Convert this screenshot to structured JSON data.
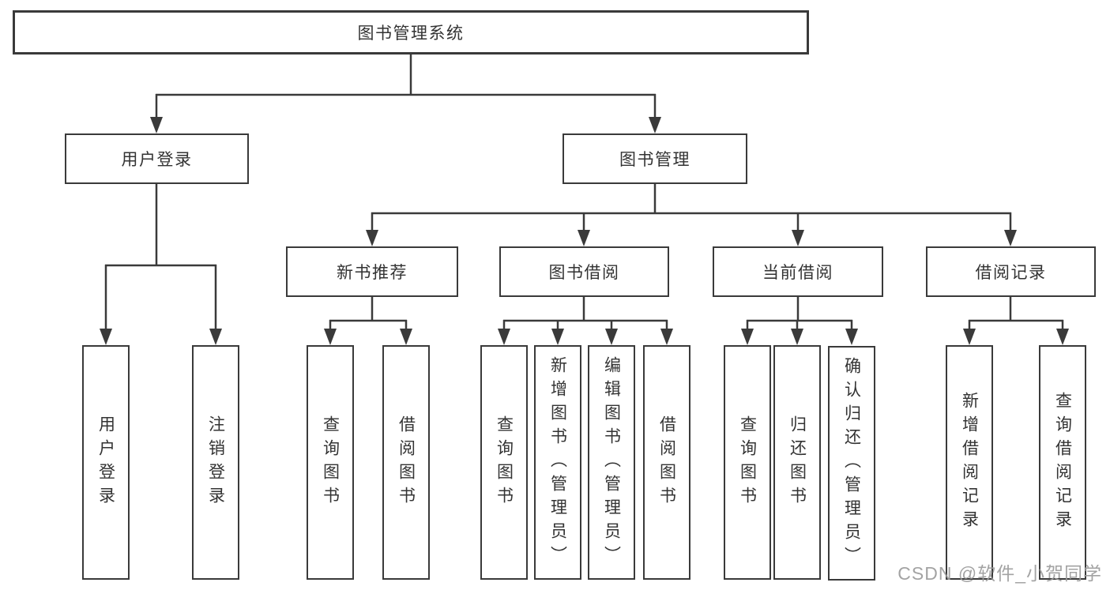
{
  "nodes": {
    "root": "图书管理系统",
    "user_login": "用户登录",
    "book_mgmt": "图书管理",
    "new_book_rec": "新书推荐",
    "book_borrow": "图书借阅",
    "current_borrow": "当前借阅",
    "borrow_record": "借阅记录",
    "leaves": {
      "user_login": [
        "用户登录",
        "注销登录"
      ],
      "new_book_rec": [
        "查询图书",
        "借阅图书"
      ],
      "book_borrow": [
        "查询图书",
        "新增图书（管理员）",
        "编辑图书（管理员）",
        "借阅图书"
      ],
      "current_borrow": [
        "查询图书",
        "归还图书",
        "确认归还（管理员）"
      ],
      "borrow_record": [
        "新增借阅记录",
        "查询借阅记录"
      ]
    }
  },
  "watermark": "CSDN @软件_小贺同学",
  "colors": {
    "line": "#3a3a3a",
    "text": "#333333",
    "watermark": "#9b9b9b",
    "background": "#ffffff"
  }
}
